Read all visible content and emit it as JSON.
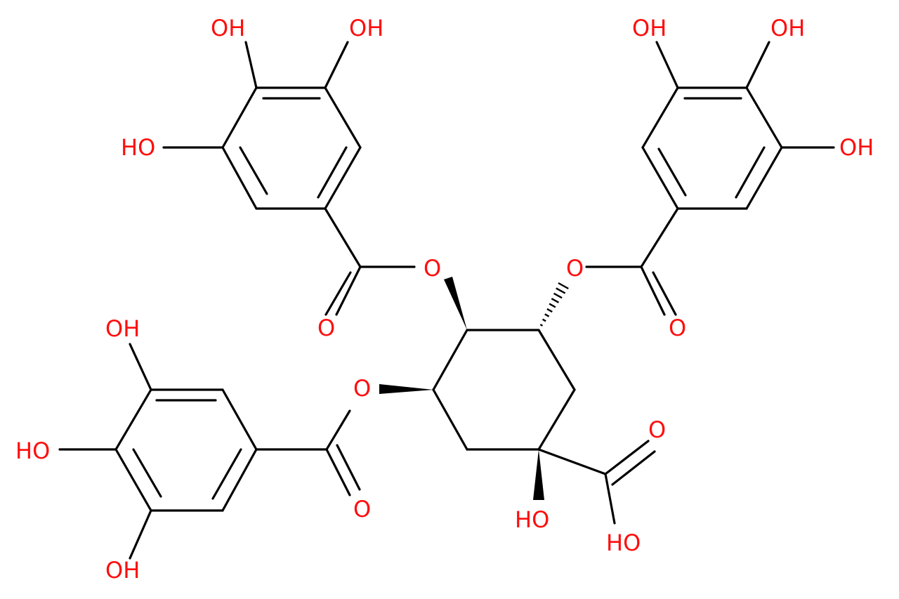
{
  "labels": {
    "oh_1": "OH",
    "oh_2": "OH",
    "oh_3": "HO",
    "ester_o_1": "O",
    "carbonyl_o_1": "O",
    "oh_4": "OH",
    "oh_5": "OH",
    "oh_6": "OH",
    "ester_o_2": "O",
    "carbonyl_o_2": "O",
    "oh_7": "OH",
    "ho_8": "HO",
    "oh_9": "OH",
    "ester_o_3": "O",
    "carbonyl_o_3": "O",
    "acid_o": "O",
    "acid_oh": "HO",
    "ring_oh": "HO"
  },
  "colors": {
    "bond": "#000000",
    "heteroatom": "#ff0d0d"
  }
}
